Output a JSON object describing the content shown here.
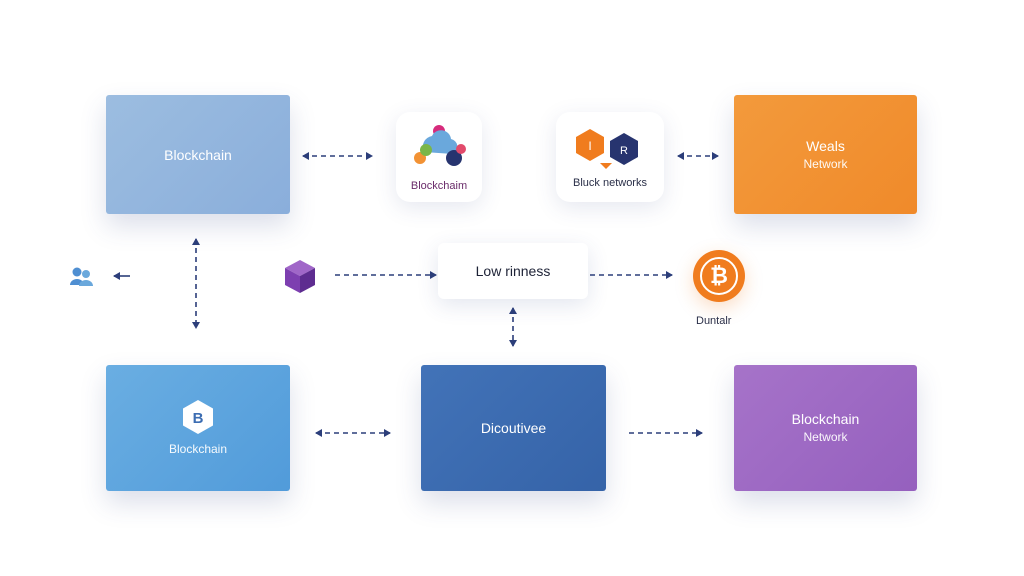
{
  "nodes": {
    "top_left": {
      "title": "Blockchain",
      "color": "#93b6dc"
    },
    "top_icon_card": {
      "label": "Blockchaim"
    },
    "top_network_card": {
      "label": "Bluck networks",
      "hex_left_glyph": "I",
      "hex_right_glyph": "R"
    },
    "top_right": {
      "title": "Weals",
      "subtitle": "Network",
      "color": "#f29234"
    },
    "center_pill": {
      "label": "Low rinness"
    },
    "bitcoin": {
      "label": "Duntalr",
      "glyph": "₿",
      "color": "#f07c1e"
    },
    "bottom_left": {
      "title": "Blockchain",
      "glyph": "B",
      "color": "#5fa5de"
    },
    "bottom_center": {
      "title": "Dicoutivee",
      "color": "#3c6db2"
    },
    "bottom_right": {
      "title": "Blockchain",
      "subtitle": "Network",
      "color": "#9b67c3"
    }
  },
  "colors": {
    "arrow": "#2c3e7a"
  }
}
